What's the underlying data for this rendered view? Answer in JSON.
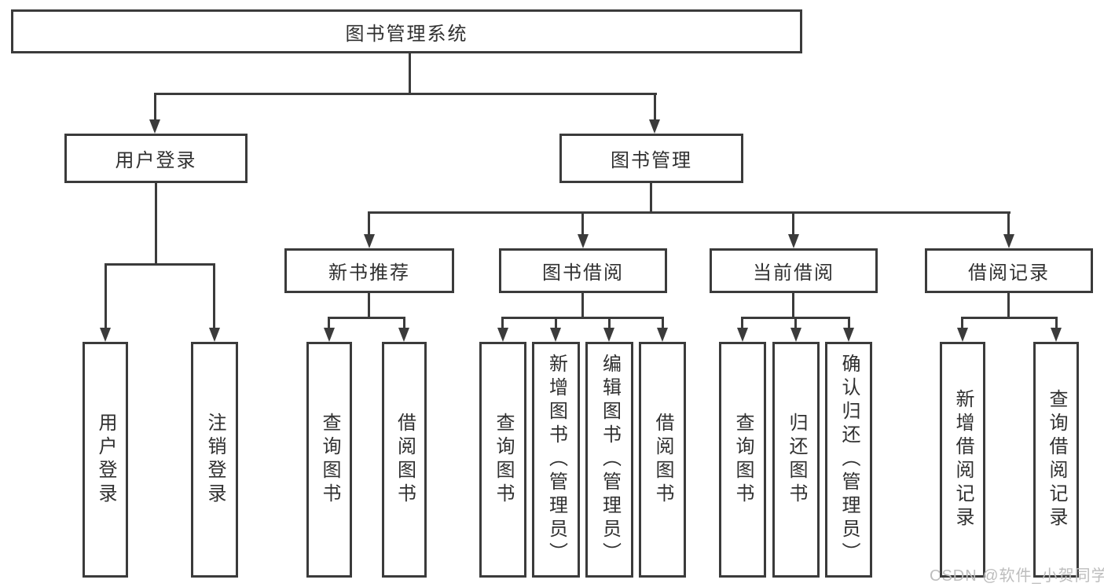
{
  "diagram": {
    "root": {
      "label": "图书管理系统"
    },
    "level2": [
      {
        "label": "用户登录",
        "children": [
          {
            "label": "用户登录"
          },
          {
            "label": "注销登录"
          }
        ]
      },
      {
        "label": "图书管理",
        "children": [
          {
            "label": "新书推荐",
            "children": [
              {
                "label": "查询图书"
              },
              {
                "label": "借阅图书"
              }
            ]
          },
          {
            "label": "图书借阅",
            "children": [
              {
                "label": "查询图书"
              },
              {
                "label": "新增图书（管理员）"
              },
              {
                "label": "编辑图书（管理员）"
              },
              {
                "label": "借阅图书"
              }
            ]
          },
          {
            "label": "当前借阅",
            "children": [
              {
                "label": "查询图书"
              },
              {
                "label": "归还图书"
              },
              {
                "label": "确认归还（管理员）"
              }
            ]
          },
          {
            "label": "借阅记录",
            "children": [
              {
                "label": "新增借阅记录"
              },
              {
                "label": "查询借阅记录"
              }
            ]
          }
        ]
      }
    ]
  },
  "watermark": {
    "text": "CSDN @软件_小贺同学"
  },
  "colors": {
    "line": "#3b3b3b",
    "text": "#303030",
    "watermark": "#bdbdbd",
    "background": "#ffffff"
  }
}
